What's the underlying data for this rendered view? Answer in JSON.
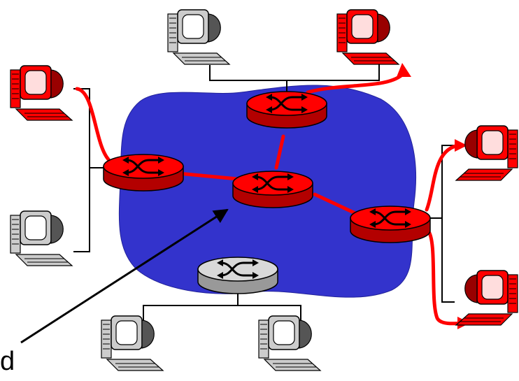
{
  "caption_fragment": "d",
  "colors": {
    "network_cloud": "#3333cc",
    "active_path": "#ff0000",
    "active_router": "#ff0000",
    "inactive_router": "#d9d9d9",
    "active_computer": "#ff0000",
    "inactive_computer": "#cccccc",
    "wire": "#000000"
  },
  "routers": [
    {
      "id": "router-top",
      "active": true
    },
    {
      "id": "router-left",
      "active": true
    },
    {
      "id": "router-center",
      "active": true
    },
    {
      "id": "router-right",
      "active": true
    },
    {
      "id": "router-bottom",
      "active": false
    }
  ],
  "hosts": [
    {
      "id": "host-top-left",
      "active": false
    },
    {
      "id": "host-top-right",
      "active": true
    },
    {
      "id": "host-left-upper",
      "active": true
    },
    {
      "id": "host-left-lower",
      "active": false
    },
    {
      "id": "host-right-upper",
      "active": true
    },
    {
      "id": "host-right-lower",
      "active": true
    },
    {
      "id": "host-bottom-left",
      "active": false
    },
    {
      "id": "host-bottom-right",
      "active": false
    }
  ]
}
